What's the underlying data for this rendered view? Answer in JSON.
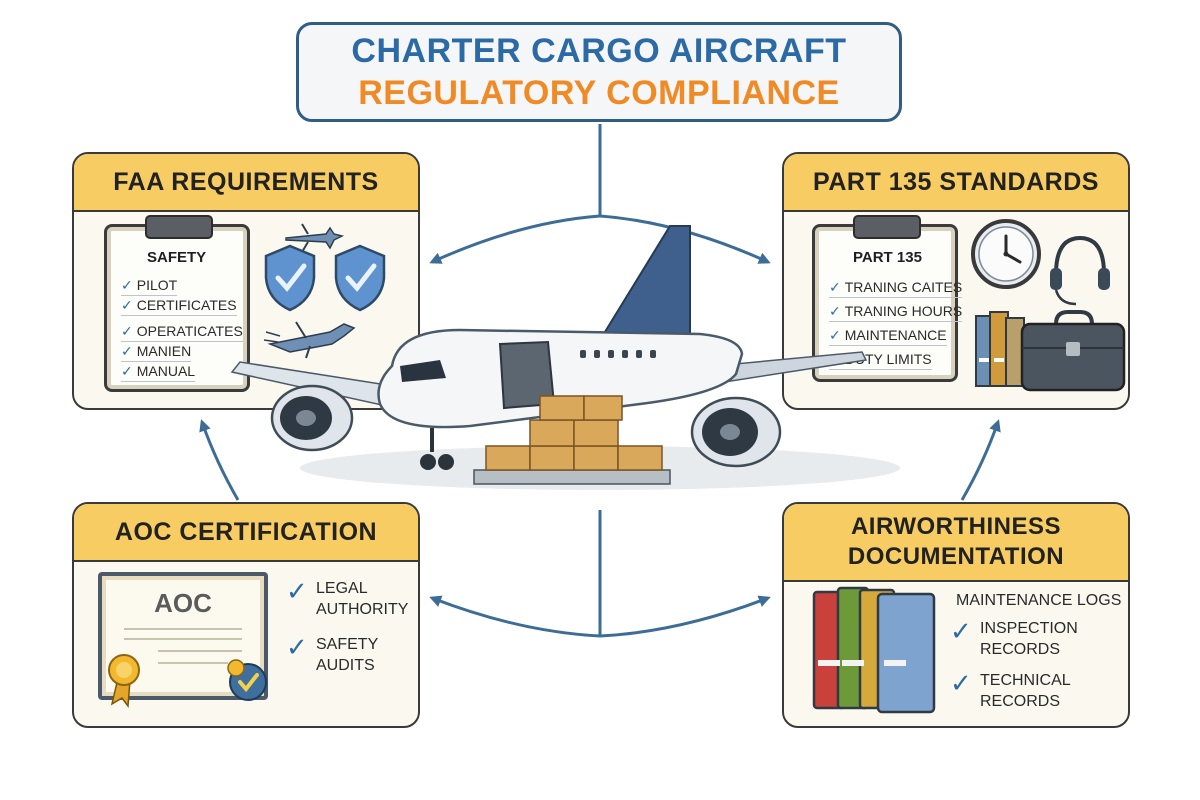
{
  "title": {
    "line1": "CHARTER CARGO AIRCRAFT",
    "line2": "REGULATORY COMPLIANCE"
  },
  "colors": {
    "title_blue": "#2c6aa6",
    "title_orange": "#f08a24",
    "header_yellow": "#f7cd63",
    "arrow_blue": "#3d6d96"
  },
  "faa": {
    "heading": "FAA REQUIREMENTS",
    "clipboard_title": "SAFETY",
    "items": [
      "PILOT",
      "CERTIFICATES",
      "OPERATICATES",
      "MANIEN",
      "MANUAL"
    ],
    "icons": [
      "clipboard-icon",
      "shield-check-icon",
      "shield-check-icon",
      "airplane-icon",
      "airplane-icon"
    ]
  },
  "part135": {
    "heading": "PART 135 STANDARDS",
    "clipboard_title": "PART 135",
    "items": [
      "TRANING CAITES",
      "TRANING HOURS",
      "MAINTENANCE",
      "DUTY LIMITS"
    ],
    "icons": [
      "clipboard-icon",
      "clock-icon",
      "headset-icon",
      "binders-icon",
      "briefcase-icon"
    ]
  },
  "aoc": {
    "heading": "AOC CERTIFICATION",
    "certificate_title": "AOC",
    "checks": [
      {
        "line1": "LEGAL",
        "line2": "AUTHORITY"
      },
      {
        "line1": "SAFETY",
        "line2": "AUDITS"
      }
    ],
    "icons": [
      "certificate-icon",
      "seal-icon",
      "check-icon"
    ]
  },
  "airworthiness": {
    "heading_line1": "AIRWORTHINESS",
    "heading_line2": "DOCUMENTATION",
    "logs_title": "MAINTENANCE LOGS",
    "checks": [
      {
        "line1": "INSPECTION",
        "line2": "RECORDS"
      },
      {
        "line1": "TECHNICAL",
        "line2": "RECORDS"
      }
    ],
    "icons": [
      "binders-icon",
      "check-icon"
    ]
  },
  "center": {
    "icons": [
      "cargo-aircraft-icon",
      "cargo-pallet-icon"
    ]
  }
}
